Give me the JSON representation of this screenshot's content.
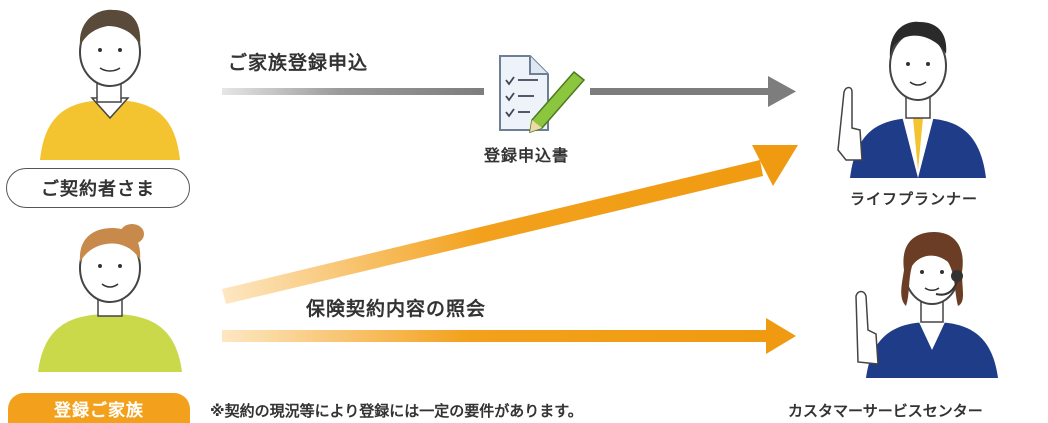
{
  "labels": {
    "family_application": "ご家族登録申込",
    "application_form": "登録申込書",
    "policyholder": "ご契約者さま",
    "registered_family": "登録ご家族",
    "inquiry": "保険契約内容の照会",
    "note": "※契約の現況等により登録には一定の要件があります。",
    "life_planner": "ライフプランナー",
    "customer_center": "カスタマーサービスセンター"
  },
  "colors": {
    "orange": "#f3a11d",
    "gray_arrow": "#8a8a8a",
    "navy_suit": "#1f3c88",
    "shirt_yellow": "#f4c430",
    "shirt_lime": "#c9d94a"
  },
  "icons": {
    "form": "document-checklist-pencil-icon"
  }
}
